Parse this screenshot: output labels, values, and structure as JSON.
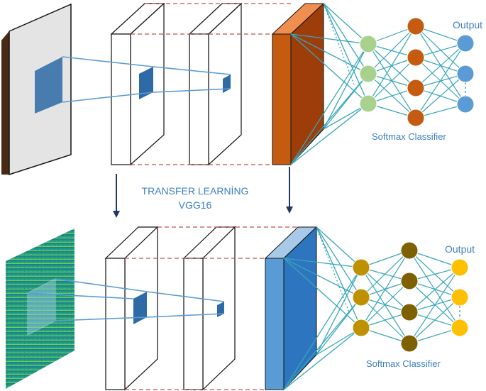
{
  "labels": {
    "top_output": "Output",
    "top_classifier": "Softmax Classifier",
    "transfer_line1": "TRANSFER LEARNİNG",
    "transfer_line2": "VGG16",
    "bottom_output": "Output",
    "bottom_classifier": "Softmax Classifier"
  },
  "colors": {
    "outline": "#111111",
    "projection_line": "#5b9bd5",
    "teal_connection": "#37a6b8",
    "dashed_red": "#c0504d",
    "arrow": "#1f3864",
    "feature_patch": "#2e6aa5",
    "top_input_frame": "#4a2a14",
    "top_input_face": "#e4e4e4",
    "top_map_front": "#c55a11",
    "top_map_side": "#9c3d0a",
    "top_map_top": "#ee8f4f",
    "bottom_map_front": "#5b9bd5",
    "bottom_map_side": "#2e75c0",
    "bottom_map_top": "#a9c9e8",
    "top_hidden1": "#a9d18e",
    "top_hidden2": "#c55a11",
    "top_output": "#5b9bd5",
    "bottom_hidden1": "#bf9000",
    "bottom_hidden2": "#7f6000",
    "bottom_output": "#ffc000"
  },
  "icons": {
    "down_arrow_left": "down-arrow-icon",
    "down_arrow_right": "down-arrow-icon"
  }
}
